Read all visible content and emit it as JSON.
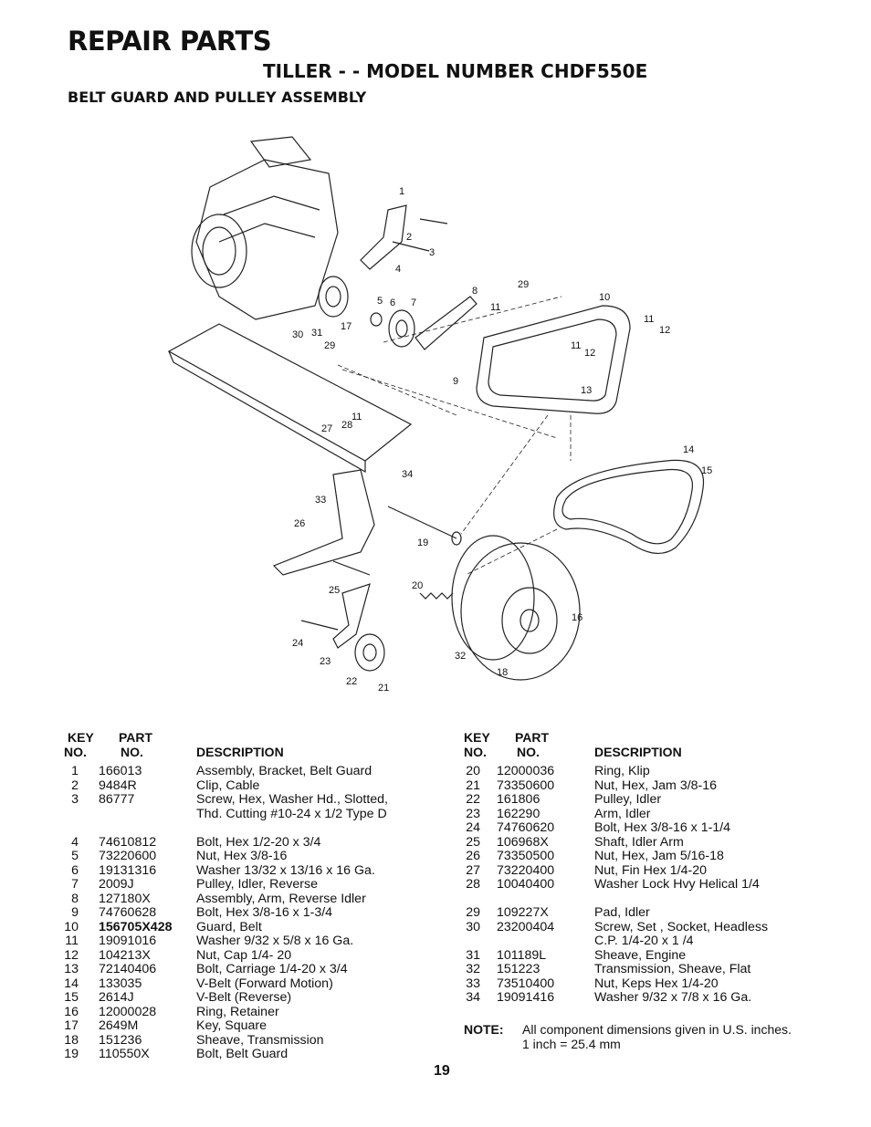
{
  "header": {
    "title": "REPAIR PARTS",
    "subtitle": "TILLER - - MODEL NUMBER CHDF550E",
    "section": "BELT GUARD AND PULLEY ASSEMBLY"
  },
  "diagram": {
    "callouts": [
      "1",
      "2",
      "3",
      "4",
      "5",
      "6",
      "7",
      "8",
      "29",
      "10",
      "11",
      "12",
      "11",
      "12",
      "30",
      "31",
      "17",
      "29",
      "9",
      "13",
      "11",
      "27",
      "28",
      "14",
      "15",
      "34",
      "33",
      "26",
      "19",
      "25",
      "20",
      "16",
      "24",
      "23",
      "22",
      "21",
      "32",
      "18"
    ]
  },
  "columns": {
    "key_top": "KEY",
    "key_bottom": "NO.",
    "part_top": "PART",
    "part_bottom": "NO.",
    "description": "DESCRIPTION"
  },
  "parts_left": [
    {
      "key": "1",
      "part": "166013",
      "desc": "Assembly, Bracket, Belt Guard"
    },
    {
      "key": "2",
      "part": "9484R",
      "desc": "Clip, Cable"
    },
    {
      "key": "3",
      "part": "86777",
      "desc": "Screw, Hex, Washer Hd., Slotted,",
      "desc2": "Thd. Cutting  #10-24 x 1/2 Type D"
    },
    {
      "key": "4",
      "part": "74610812",
      "desc": "Bolt, Hex  1/2-20 x 3/4"
    },
    {
      "key": "5",
      "part": "73220600",
      "desc": "Nut, Hex 3/8-16"
    },
    {
      "key": "6",
      "part": "19131316",
      "desc": "Washer 13/32 x 13/16 x 16 Ga."
    },
    {
      "key": "7",
      "part": "2009J",
      "desc": "Pulley, Idler, Reverse"
    },
    {
      "key": "8",
      "part": "127180X",
      "desc": "Assembly, Arm, Reverse Idler"
    },
    {
      "key": "9",
      "part": "74760628",
      "desc": "Bolt, Hex  3/8-16 x 1-3/4"
    },
    {
      "key": "10",
      "part": "156705X428",
      "desc": "Guard, Belt",
      "bold": true
    },
    {
      "key": "11",
      "part": "19091016",
      "desc": "Washer  9/32 x 5/8 x 16 Ga."
    },
    {
      "key": "12",
      "part": "104213X",
      "desc": "Nut, Cap  1/4- 20"
    },
    {
      "key": "13",
      "part": "72140406",
      "desc": "Bolt, Carriage  1/4-20 x  3/4"
    },
    {
      "key": "14",
      "part": "133035",
      "desc": "V-Belt (Forward Motion)"
    },
    {
      "key": "15",
      "part": "2614J",
      "desc": "V-Belt (Reverse)"
    },
    {
      "key": "16",
      "part": "12000028",
      "desc": "Ring, Retainer"
    },
    {
      "key": "17",
      "part": "2649M",
      "desc": "Key, Square"
    },
    {
      "key": "18",
      "part": "151236",
      "desc": "Sheave, Transmission"
    },
    {
      "key": "19",
      "part": "110550X",
      "desc": "Bolt, Belt Guard"
    }
  ],
  "parts_right": [
    {
      "key": "20",
      "part": "12000036",
      "desc": "Ring, Klip"
    },
    {
      "key": "21",
      "part": "73350600",
      "desc": "Nut, Hex, Jam  3/8-16"
    },
    {
      "key": "22",
      "part": "161806",
      "desc": "Pulley, Idler"
    },
    {
      "key": "23",
      "part": "162290",
      "desc": "Arm, Idler"
    },
    {
      "key": "24",
      "part": "74760620",
      "desc": "Bolt, Hex  3/8-16 x  1-1/4"
    },
    {
      "key": "25",
      "part": "106968X",
      "desc": "Shaft, Idler Arm"
    },
    {
      "key": "26",
      "part": "73350500",
      "desc": "Nut, Hex, Jam  5/16-18"
    },
    {
      "key": "27",
      "part": "73220400",
      "desc": "Nut, Fin Hex 1/4-20"
    },
    {
      "key": "28",
      "part": "10040400",
      "desc": "Washer Lock Hvy Helical 1/4"
    },
    {
      "key": "29",
      "part": "109227X",
      "desc": "Pad, Idler"
    },
    {
      "key": "30",
      "part": "23200404",
      "desc": "Screw, Set , Socket, Headless",
      "desc2": "C.P.  1/4-20 x 1 /4"
    },
    {
      "key": "31",
      "part": "101189L",
      "desc": "Sheave, Engine"
    },
    {
      "key": "32",
      "part": "151223",
      "desc": "Transmission, Sheave, Flat"
    },
    {
      "key": "33",
      "part": "73510400",
      "desc": "Nut, Keps Hex 1/4-20"
    },
    {
      "key": "34",
      "part": "19091416",
      "desc": "Washer 9/32 x 7/8 x 16 Ga."
    }
  ],
  "note": {
    "label": "NOTE:",
    "line1": "All component dimensions given in U.S. inches.",
    "line2": "1 inch = 25.4 mm"
  },
  "page_number": "19"
}
